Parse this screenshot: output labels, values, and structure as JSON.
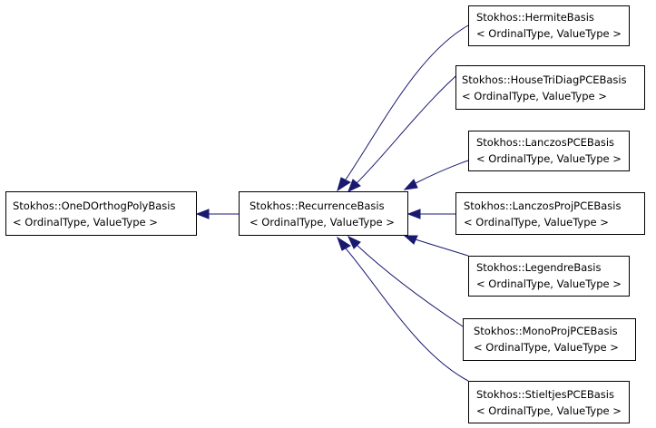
{
  "diagram": {
    "colors": {
      "edge": "#191970",
      "box_border": "#000000",
      "box_fill": "#ffffff",
      "text": "#000000"
    },
    "nodes": {
      "onedorthog": {
        "line1": "Stokhos::OneDOrthogPolyBasis",
        "line2": "< OrdinalType, ValueType >"
      },
      "recurrence": {
        "line1": "Stokhos::RecurrenceBasis",
        "line2": "< OrdinalType, ValueType >"
      },
      "hermite": {
        "line1": "Stokhos::HermiteBasis",
        "line2": "< OrdinalType, ValueType >"
      },
      "housetridiag": {
        "line1": "Stokhos::HouseTriDiagPCEBasis",
        "line2": "< OrdinalType, ValueType >"
      },
      "lanczos": {
        "line1": "Stokhos::LanczosPCEBasis",
        "line2": "< OrdinalType, ValueType >"
      },
      "lanczosproj": {
        "line1": "Stokhos::LanczosProjPCEBasis",
        "line2": "< OrdinalType, ValueType >"
      },
      "legendre": {
        "line1": "Stokhos::LegendreBasis",
        "line2": "< OrdinalType, ValueType >"
      },
      "monoproj": {
        "line1": "Stokhos::MonoProjPCEBasis",
        "line2": "< OrdinalType, ValueType >"
      },
      "stieltjes": {
        "line1": "Stokhos::StieltjesPCEBasis",
        "line2": "< OrdinalType, ValueType >"
      }
    }
  }
}
